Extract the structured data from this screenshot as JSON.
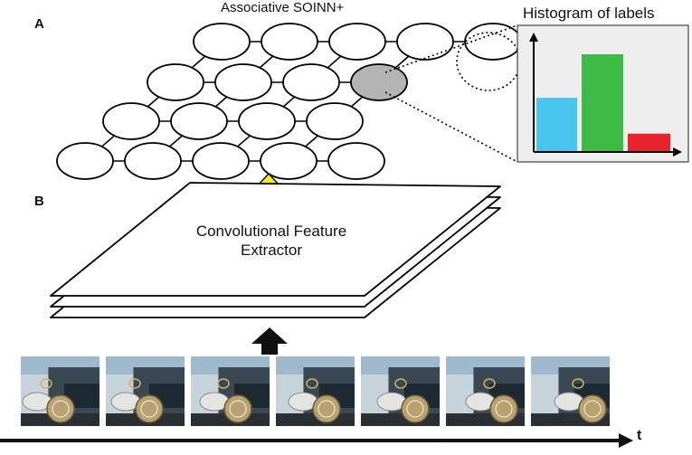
{
  "panels": {
    "a": "A",
    "b": "B"
  },
  "soinn": {
    "title": "Associative SOINN+",
    "rows": [
      {
        "count": 5,
        "highlight": -1
      },
      {
        "count": 4,
        "highlight": 3
      },
      {
        "count": 4,
        "highlight": -1
      },
      {
        "count": 5,
        "highlight": -1
      }
    ],
    "node_fill": "#ffffff",
    "highlight_fill": "#b4b4b4"
  },
  "histogram": {
    "title": "Histogram of labels",
    "background": "#eeeeee",
    "bars": [
      {
        "color": "#47c5ee",
        "value": 0.55
      },
      {
        "color": "#3dbb44",
        "value": 1.0
      },
      {
        "color": "#e8232b",
        "value": 0.18
      }
    ]
  },
  "feature_extractor": {
    "label_line1": "Convolutional Feature",
    "label_line2": "Extractor",
    "layers": 3,
    "arrow_color": "#f5ee1b"
  },
  "input_arrow_color": "#111111",
  "frames": {
    "count": 7
  },
  "time_axis": {
    "label": "t"
  }
}
